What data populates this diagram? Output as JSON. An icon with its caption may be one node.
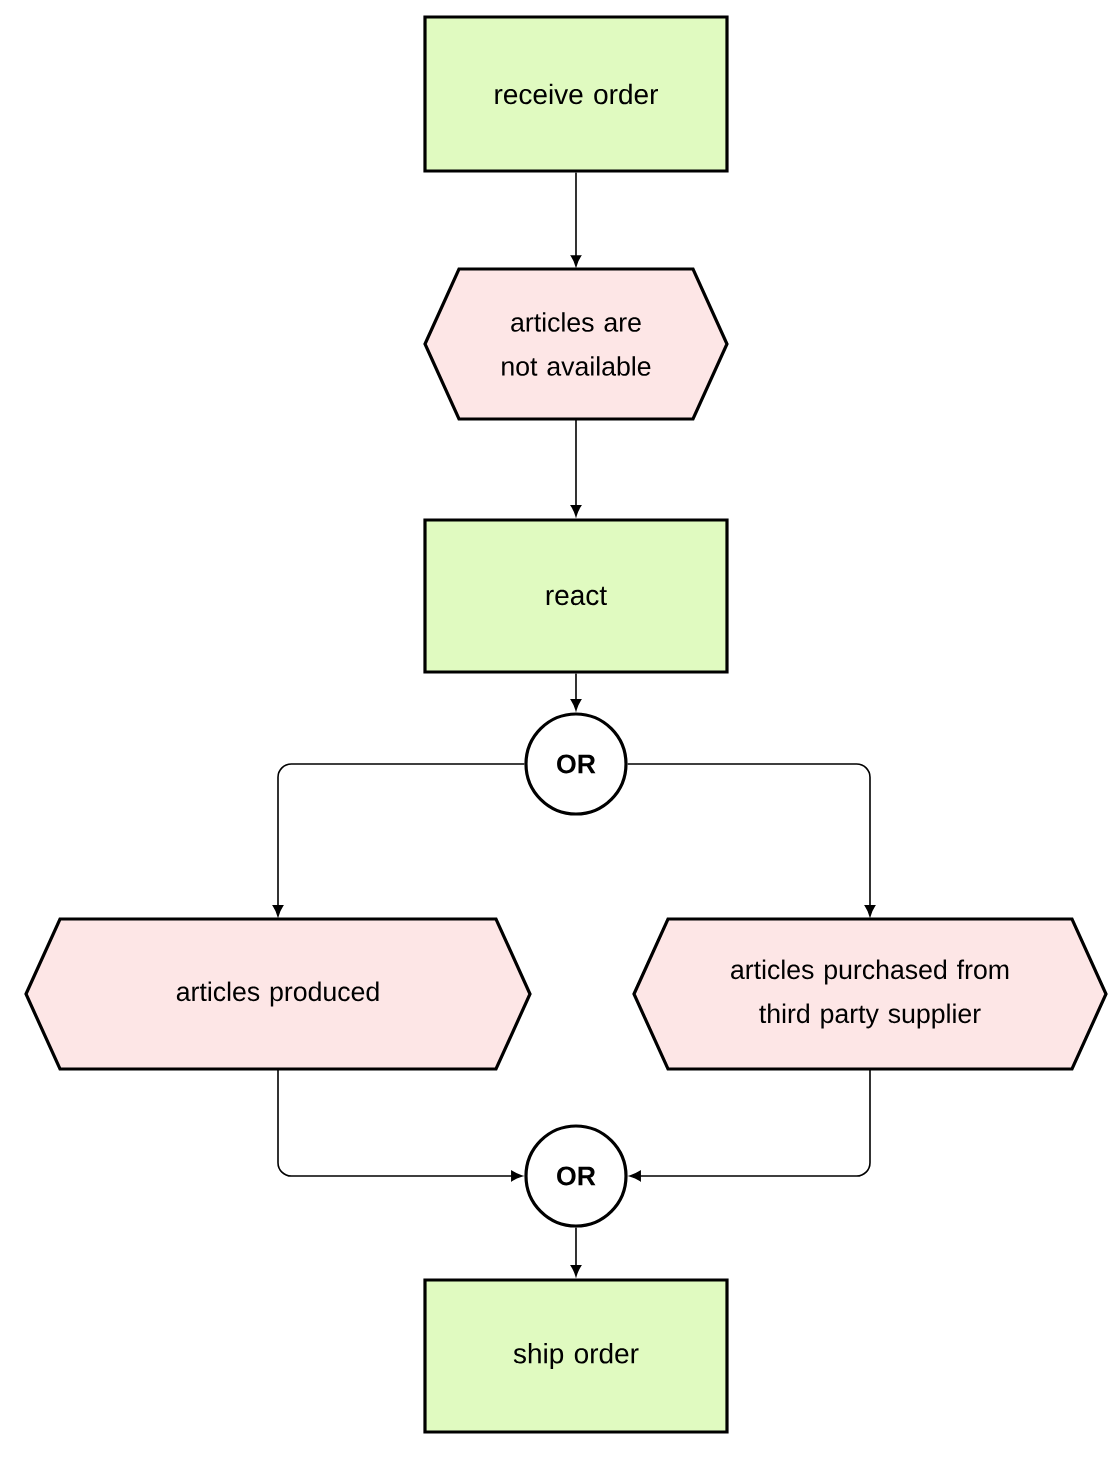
{
  "diagram": {
    "nodes": [
      {
        "text": [
          "receive order"
        ]
      },
      {
        "text": [
          "articles are not available"
        ]
      },
      {
        "text": [
          "react"
        ]
      },
      {
        "text": [
          "OR"
        ]
      },
      {
        "text": [
          "articles produced"
        ]
      },
      {
        "text": [
          "articles purchased from third party supplier"
        ]
      },
      {
        "text": [
          "OR"
        ]
      },
      {
        "text": [
          "ship order"
        ]
      }
    ],
    "edges": [
      {
        "from": 0,
        "to": 1,
        "arrow": "to"
      },
      {
        "from": 1,
        "to": 2,
        "arrow": "to"
      },
      {
        "from": 2,
        "to": 3,
        "arrow": "to"
      },
      {
        "from": 3,
        "to": 4,
        "arrow": "to"
      },
      {
        "from": 3,
        "to": 5,
        "arrow": "to"
      },
      {
        "from": 4,
        "to": 6,
        "arrow": "to"
      },
      {
        "from": 5,
        "to": 6,
        "arrow": "to"
      },
      {
        "from": 6,
        "to": 7,
        "arrow": "to"
      }
    ]
  }
}
